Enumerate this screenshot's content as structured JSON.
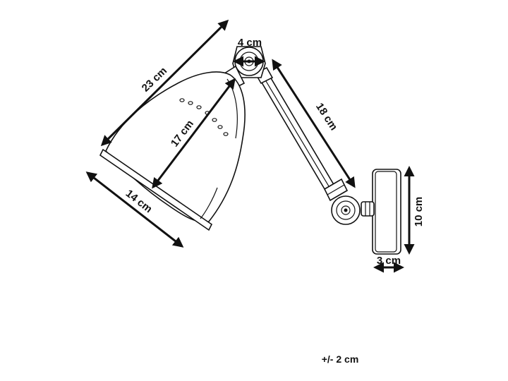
{
  "dimensions": {
    "shade_length": "23 cm",
    "shade_height": "17 cm",
    "shade_diameter": "14 cm",
    "joint_width": "4 cm",
    "arm_length": "18 cm",
    "base_height": "10 cm",
    "base_depth": "3 cm"
  },
  "tolerance": "+/- 2 cm",
  "colors": {
    "ink": "#111111",
    "background": "#ffffff"
  }
}
